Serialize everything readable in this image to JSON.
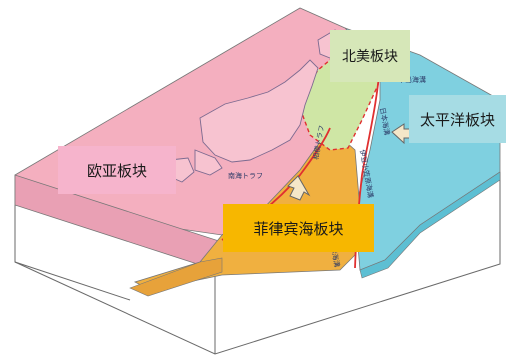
{
  "labels": {
    "north_america": "北美板块",
    "pacific": "太平洋板块",
    "eurasia": "欧亚板块",
    "philippine": "菲律宾海板块"
  },
  "map_text": {
    "trough": "南海トラフ",
    "left1": "相模トラフ",
    "trench_n": "日本海溝",
    "trench_n2": "千島海溝",
    "trench_s": "伊豆小笠原海溝",
    "ryukyu": "琉球海溝"
  },
  "colors": {
    "eurasia": "#f4afbf",
    "north_america": "#cfe6a5",
    "pacific": "#7fd0e0",
    "philippine": "#f0b040",
    "boundary": "#e03030",
    "outline": "#555555"
  }
}
